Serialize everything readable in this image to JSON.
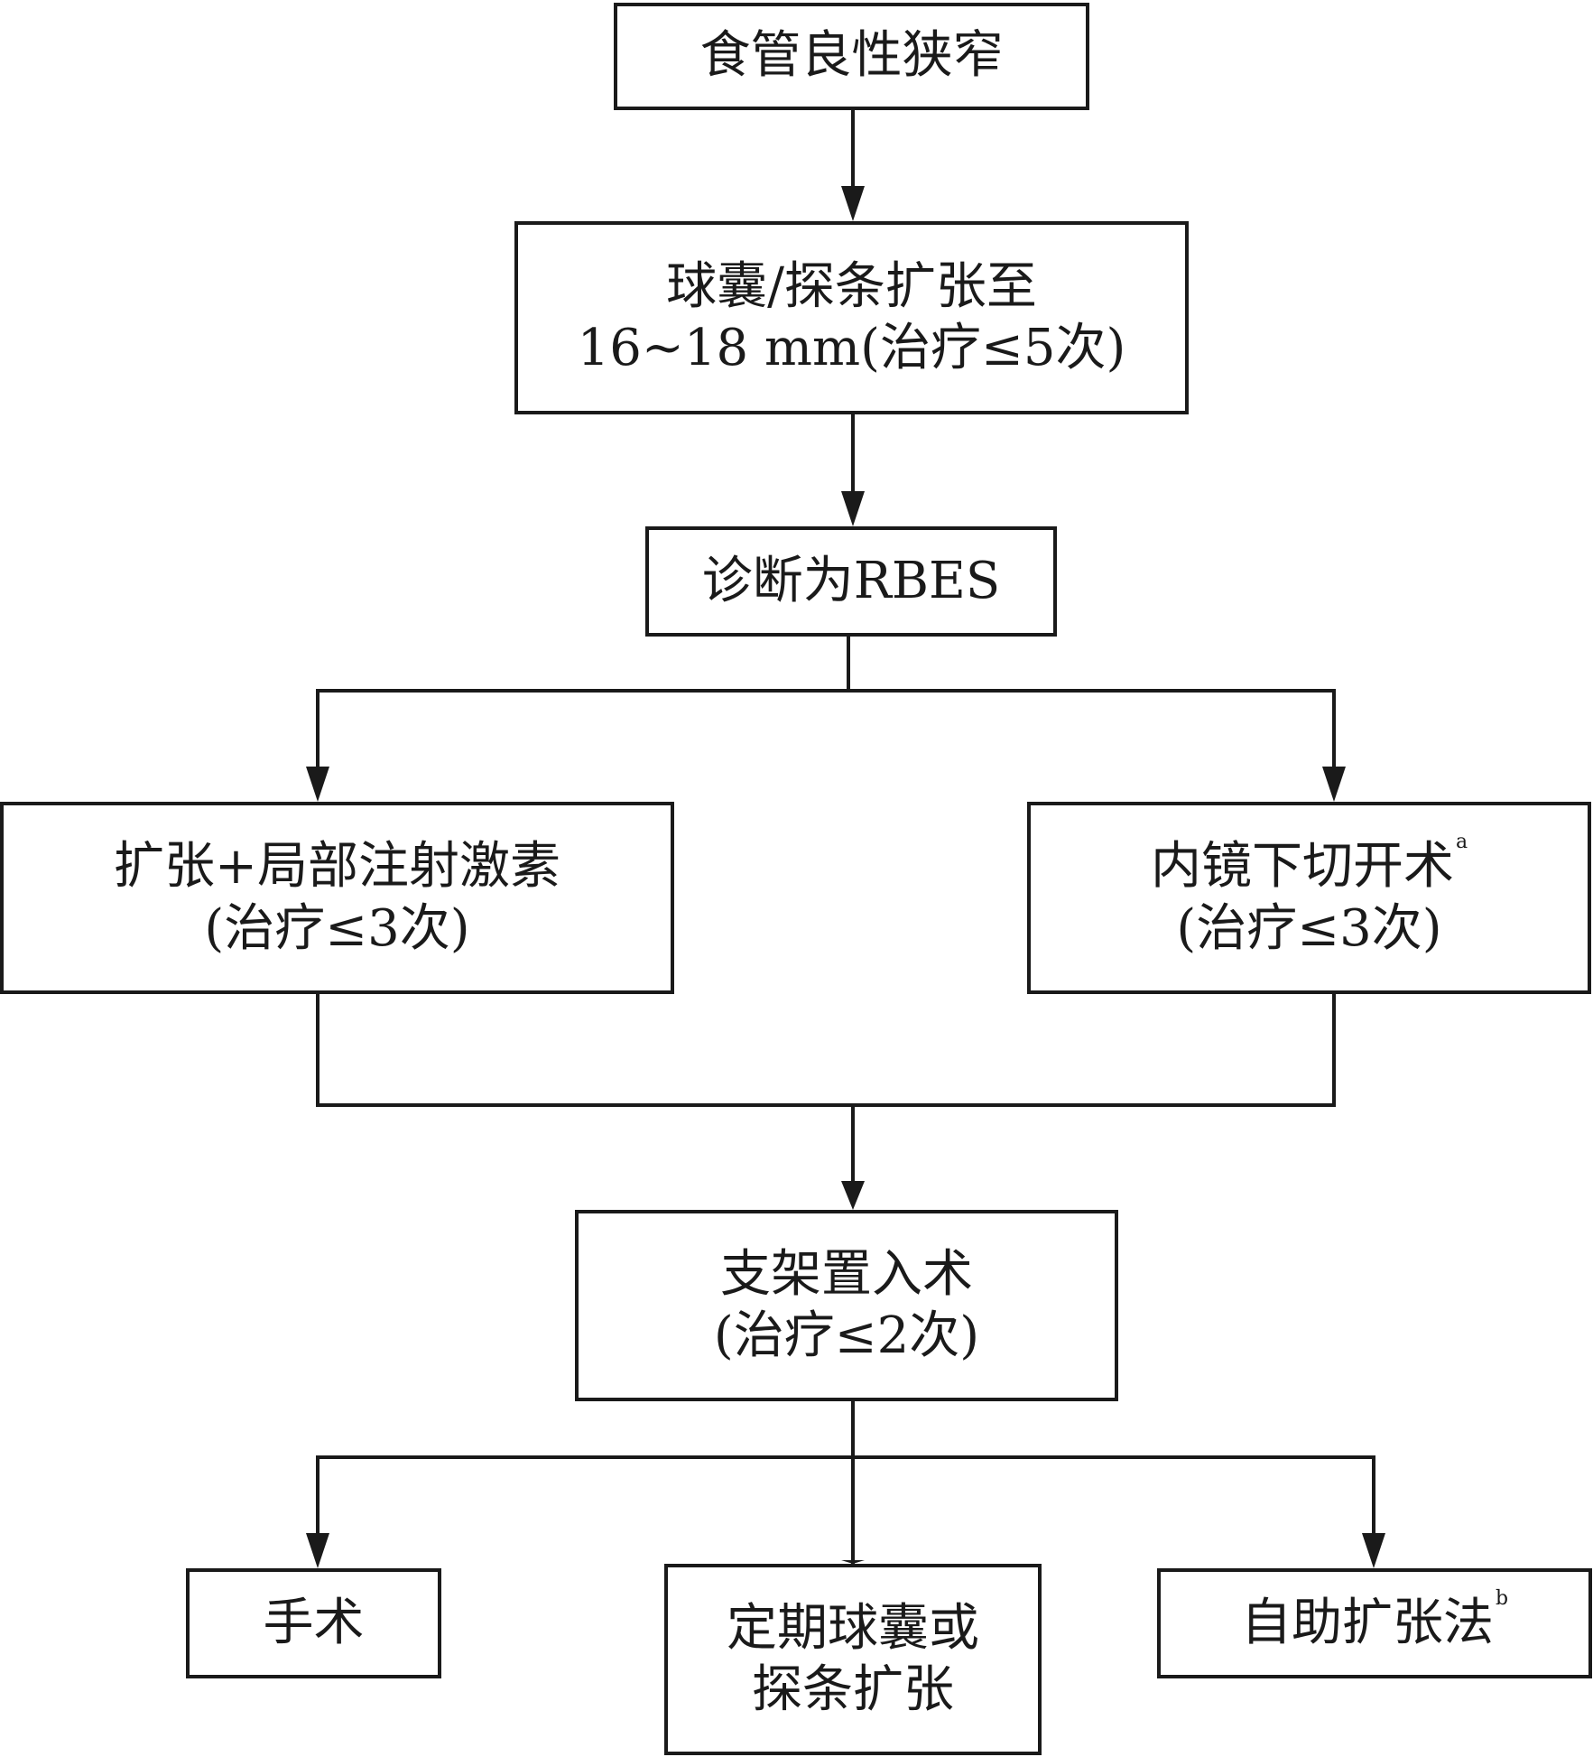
{
  "nodes": {
    "start": {
      "lines": [
        "食管良性狭窄"
      ]
    },
    "dilation": {
      "lines": [
        "球囊/探条扩张至",
        "16~18 mm(治疗≤5次)"
      ]
    },
    "diagnosis": {
      "lines": [
        "诊断为RBES"
      ]
    },
    "injection": {
      "lines": [
        "扩张+局部注射激素",
        "(治疗≤3次)"
      ]
    },
    "incision": {
      "lines": [
        "内镜下切开术",
        "(治疗≤3次)"
      ],
      "sup": "a"
    },
    "stent": {
      "lines": [
        "支架置入术",
        "(治疗≤2次)"
      ]
    },
    "surgery": {
      "lines": [
        "手术"
      ]
    },
    "periodic": {
      "lines": [
        "定期球囊或",
        "探条扩张"
      ]
    },
    "self": {
      "lines": [
        "自助扩张法"
      ],
      "sup": "b"
    }
  }
}
